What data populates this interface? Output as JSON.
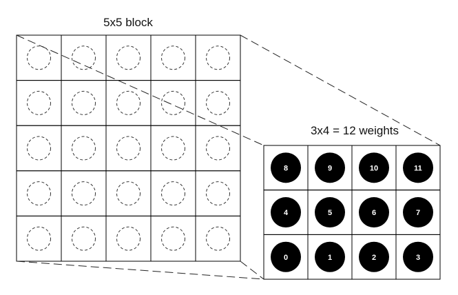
{
  "block": {
    "label": "5x5 block",
    "rows": 5,
    "cols": 5
  },
  "weights": {
    "label": "3x4 = 12 weights",
    "rows": [
      [
        "8",
        "9",
        "10",
        "11"
      ],
      [
        "4",
        "5",
        "6",
        "7"
      ],
      [
        "0",
        "1",
        "2",
        "3"
      ]
    ]
  },
  "colors": {
    "line": "#000000",
    "filled_circle": "#000000",
    "number_text": "#ffffff",
    "background": "#ffffff"
  }
}
